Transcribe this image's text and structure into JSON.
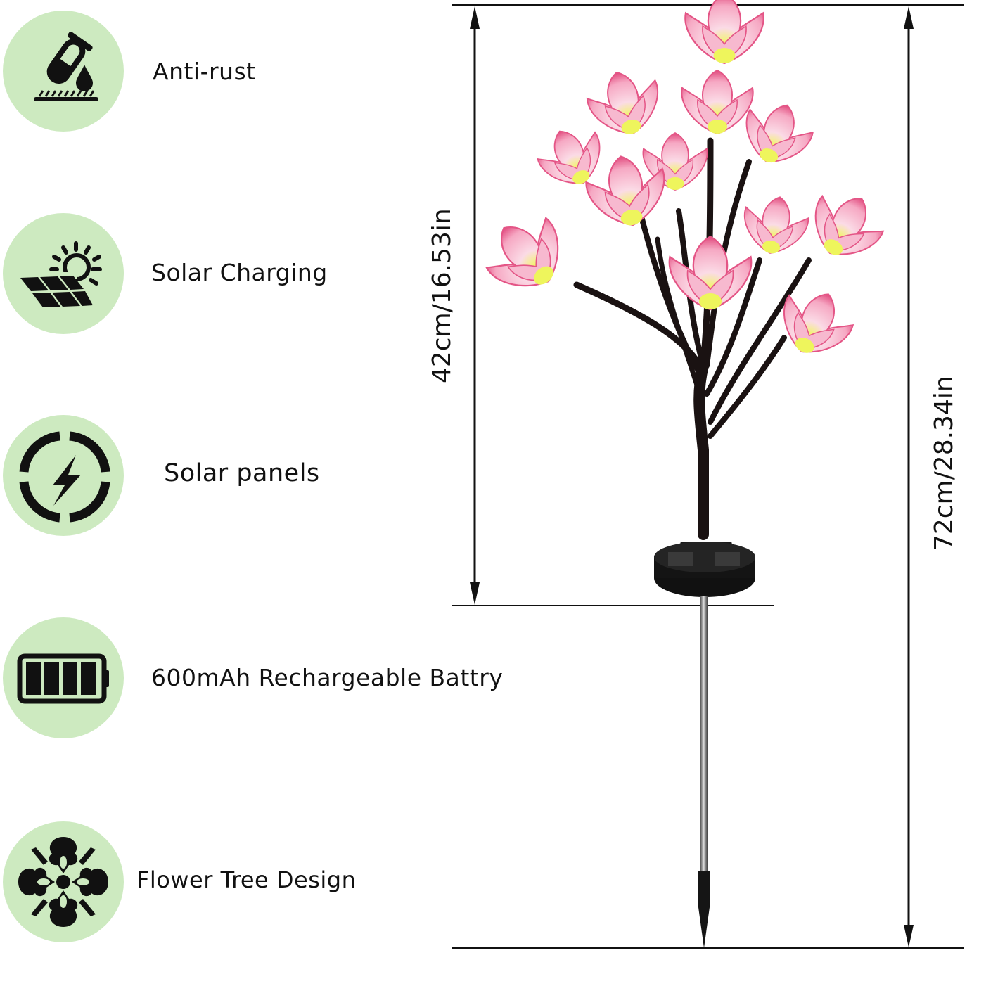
{
  "features": [
    {
      "label": "Anti-rust",
      "icon": "test-tube-drop-icon"
    },
    {
      "label": "Solar Charging",
      "icon": "solar-panel-sun-icon"
    },
    {
      "label": "Solar panels",
      "icon": "lightning-ring-icon"
    },
    {
      "label": "600mAh Rechargeable Battry",
      "icon": "battery-full-icon"
    },
    {
      "label": "Flower Tree Design",
      "icon": "flower-ornament-icon"
    }
  ],
  "dimensions": {
    "above_ground": "42cm/16.53in",
    "total_height": "72cm/28.34in"
  },
  "colors": {
    "badge_bg": "#cdeac0",
    "petal_pink": "#f4a6c0",
    "petal_edge": "#e2457a",
    "flower_center": "#e8f55a",
    "stem": "#1a1212"
  }
}
